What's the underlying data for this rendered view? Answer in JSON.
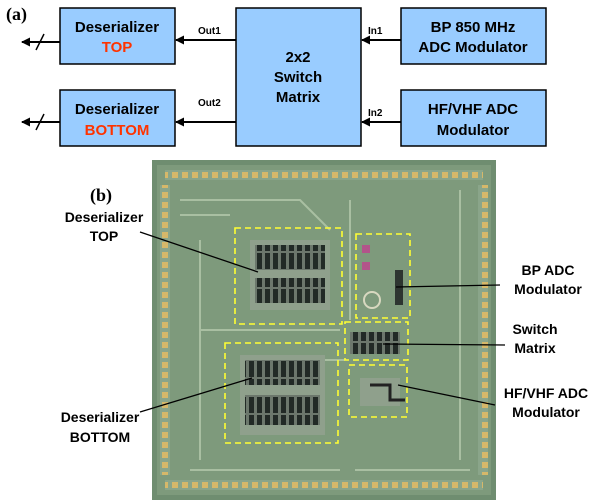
{
  "panel_a": {
    "label": "(a)",
    "blocks": {
      "deser_top": {
        "line1": "Deserializer",
        "line2": "TOP"
      },
      "deser_bottom": {
        "line1": "Deserializer",
        "line2": "BOTTOM"
      },
      "switch": {
        "line1": "2x2",
        "line2": "Switch",
        "line3": "Matrix"
      },
      "bp_mod": {
        "line1": "BP 850 MHz",
        "line2": "ADC Modulator"
      },
      "hf_mod": {
        "line1": "HF/VHF ADC",
        "line2": "Modulator"
      }
    },
    "ports": {
      "out1": "Out1",
      "out2": "Out2",
      "in1": "In1",
      "in2": "In2"
    }
  },
  "panel_b": {
    "label": "(b)",
    "labels": {
      "deser_top": {
        "line1": "Deserializer",
        "line2": "TOP"
      },
      "deser_bottom": {
        "line1": "Deserializer",
        "line2": "BOTTOM"
      },
      "bp_adc": {
        "line1": "BP ADC",
        "line2": "Modulator"
      },
      "switch": {
        "line1": "Switch",
        "line2": "Matrix"
      },
      "hf_adc": {
        "line1": "HF/VHF ADC",
        "line2": "Modulator"
      }
    }
  },
  "colors": {
    "block_fill": "#99ccff",
    "accent_red": "#ff3300",
    "dashed_box": "#ffff33",
    "die": "#7e9a7c"
  }
}
